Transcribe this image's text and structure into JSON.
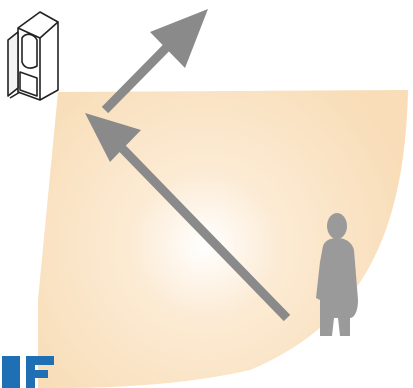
{
  "diagram": {
    "colors": {
      "detection_zone": "#f8ddb8",
      "zone_center_glow": "#ffffff",
      "arrow": "#8a8a8a",
      "person_silhouette": "#9a9a9a",
      "sensor_outline": "#222222",
      "sensor_body": "#ffffff",
      "corner_mark": "#1f6fb5"
    },
    "elements": {
      "sensor": "motion-sensor-icon",
      "zone": "detection-area",
      "arrow_outer": "long-range-arrow",
      "arrow_inner": "approach-arrow",
      "person": "person-silhouette",
      "corner": "partial-logo"
    }
  }
}
